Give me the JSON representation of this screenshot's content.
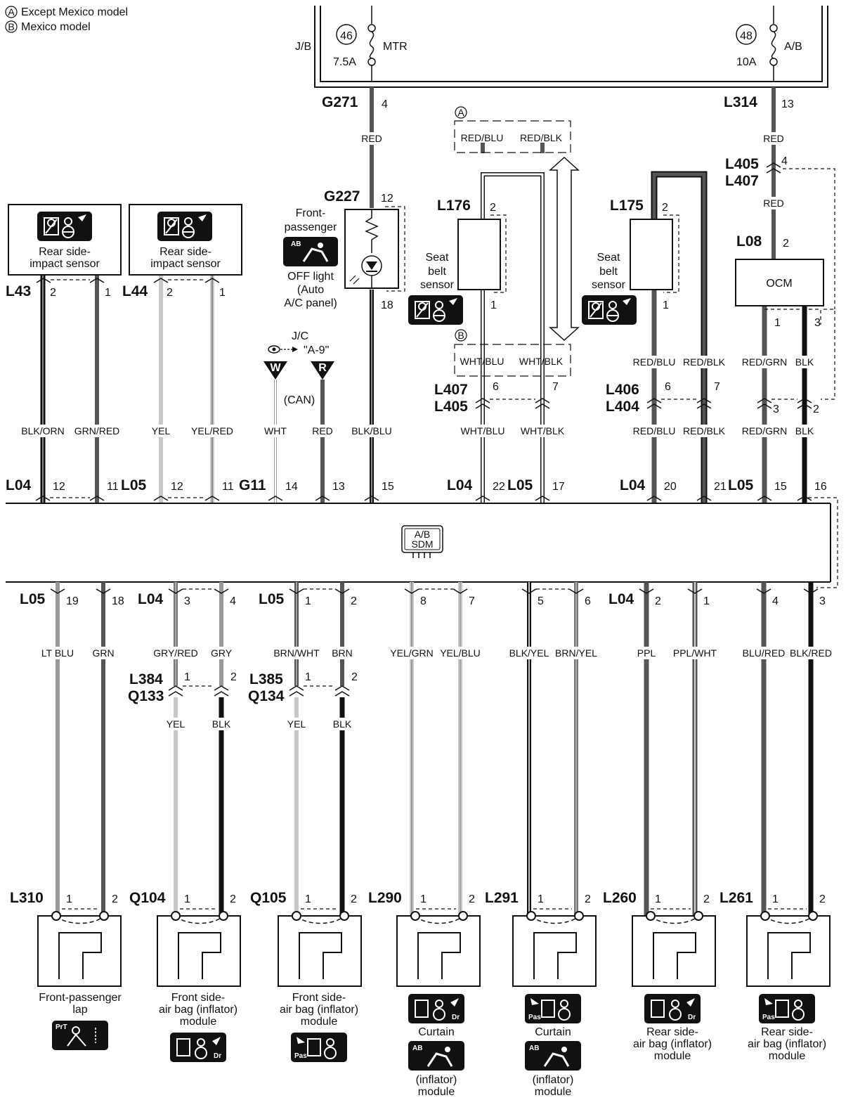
{
  "legend": {
    "a_mark": "A",
    "a_text": "Except Mexico model",
    "b_mark": "B",
    "b_text": "Mexico model"
  },
  "junction_block": "J/B",
  "fuses": [
    {
      "number": "46",
      "rating": "7.5A",
      "name": "MTR"
    },
    {
      "number": "48",
      "rating": "10A",
      "name": "A/B"
    }
  ],
  "upper": {
    "g271": "G271",
    "g271_pin": "4",
    "g271_wire": "RED",
    "l314": "L314",
    "l314_pin": "13",
    "l314_wire": "RED",
    "l405": "L405",
    "l407": "L407",
    "l405_pin": "4",
    "l405_wire": "RED",
    "l08": "L08",
    "l08_pin": "2",
    "ocm": "OCM",
    "ocm_pin1": "1",
    "ocm_pin3": "3",
    "ocm_w1": "RED/GRN",
    "ocm_w3": "BLK",
    "g227": "G227",
    "g227_pin12": "12",
    "g227_pin18": "18",
    "off_light_title": "Front-passenger",
    "off_light_badge": "AB",
    "off_light_lines": [
      "OFF light",
      "(Auto",
      "A/C panel)"
    ],
    "option_a": {
      "mark": "A",
      "w1": "RED/BLU",
      "w2": "RED/BLK"
    },
    "option_b": {
      "mark": "B",
      "w1": "WHT/BLU",
      "w2": "WHT/BLK"
    },
    "l176": "L176",
    "l176_pin2": "2",
    "l176_pin1": "1",
    "l175": "L175",
    "l175_pin2": "2",
    "l175_pin1": "1",
    "seat_belt_lines": [
      "Seat",
      "belt",
      "sensor"
    ],
    "l175_w1": "RED/BLU",
    "l175_w2": "RED/BLK",
    "l407b": "L407",
    "l405b": "L405",
    "l407_pin6": "6",
    "l407_pin7": "7",
    "l406": "L406",
    "l404": "L404",
    "l406_pin6": "6",
    "l406_pin7": "7",
    "ocm_lower_pin3": "3",
    "ocm_lower_pin2": "2",
    "l43": "L43",
    "l43_pin2": "2",
    "l43_pin1": "1",
    "l44": "L44",
    "l44_pin2": "2",
    "l44_pin1": "1",
    "rear_side_lines": [
      "Rear side-",
      "impact sensor"
    ],
    "jc_label": "J/C",
    "jc_ref": "\"A-9\"",
    "can_w": "W",
    "can_r": "R",
    "can_text": "(CAN)"
  },
  "mid_wires": [
    "BLK/ORN",
    "GRN/RED",
    "YEL",
    "YEL/RED",
    "WHT",
    "RED",
    "BLK/BLU",
    "WHT/BLU",
    "WHT/BLK",
    "RED/BLU",
    "RED/BLK",
    "RED/GRN",
    "BLK"
  ],
  "top_connectors": [
    {
      "name": "L04",
      "pin": "12"
    },
    {
      "pin": "11"
    },
    {
      "name": "L05",
      "pin": "12"
    },
    {
      "pin": "11"
    },
    {
      "name": "G11",
      "pin": "14"
    },
    {
      "pin": "13"
    },
    {
      "pin": "15"
    },
    {
      "name": "L04",
      "pin": "22"
    },
    {
      "name": "L05",
      "pin": "17"
    },
    {
      "name": "L04",
      "pin": "20"
    },
    {
      "name": "L05",
      "pin": "21"
    },
    {
      "pin": "15"
    },
    {
      "pin": "16"
    }
  ],
  "sdm": {
    "line1": "A/B",
    "line2": "SDM"
  },
  "bottom_connectors": [
    {
      "name": "L05",
      "pin": "19"
    },
    {
      "pin": "18"
    },
    {
      "name": "L04",
      "pin": "3"
    },
    {
      "pin": "4"
    },
    {
      "name": "L05",
      "pin": "1"
    },
    {
      "pin": "2"
    },
    {
      "pin": "8"
    },
    {
      "pin": "7"
    },
    {
      "pin": "5"
    },
    {
      "pin": "6"
    },
    {
      "name": "L04",
      "pin": "2"
    },
    {
      "pin": "1"
    },
    {
      "pin": "4"
    },
    {
      "pin": "3"
    }
  ],
  "low_wires": [
    "LT BLU",
    "GRN",
    "GRY/RED",
    "GRY",
    "BRN/WHT",
    "BRN",
    "YEL/GRN",
    "YEL/BLU",
    "BLK/YEL",
    "BRN/YEL",
    "PPL",
    "PPL/WHT",
    "BLU/RED",
    "BLK/RED"
  ],
  "splices": [
    {
      "top": "L384",
      "bottom": "Q133",
      "pin1": "1",
      "pin2": "2",
      "w1": "YEL",
      "w2": "BLK"
    },
    {
      "top": "L385",
      "bottom": "Q134",
      "pin1": "1",
      "pin2": "2",
      "w1": "YEL",
      "w2": "BLK"
    }
  ],
  "modules": [
    {
      "conn": "L310",
      "pin1": "1",
      "pin2": "2",
      "lines": [
        "Front-passenger",
        "lap"
      ],
      "icon": "PrT"
    },
    {
      "conn": "Q104",
      "pin1": "1",
      "pin2": "2",
      "lines": [
        "Front side-",
        "air bag (inflator)",
        "module"
      ],
      "icon": "Dr"
    },
    {
      "conn": "Q105",
      "pin1": "1",
      "pin2": "2",
      "lines": [
        "Front side-",
        "air bag (inflator)",
        "module"
      ],
      "icon": "Pas"
    },
    {
      "conn": "L290",
      "pin1": "1",
      "pin2": "2",
      "lines": [
        "Curtain",
        "(inflator)",
        "module"
      ],
      "icon": "Dr",
      "badge": "AB"
    },
    {
      "conn": "L291",
      "pin1": "1",
      "pin2": "2",
      "lines": [
        "Curtain",
        "(inflator)",
        "module"
      ],
      "icon": "Pas",
      "badge": "AB"
    },
    {
      "conn": "L260",
      "pin1": "1",
      "pin2": "2",
      "lines": [
        "Rear side-",
        "air bag (inflator)",
        "module"
      ],
      "icon": "Dr"
    },
    {
      "conn": "L261",
      "pin1": "1",
      "pin2": "2",
      "lines": [
        "Rear side-",
        "air bag (inflator)",
        "module"
      ],
      "icon": "Pas"
    }
  ],
  "icon_labels": {
    "dr": "Dr",
    "pas": "Pas",
    "prt": "PrT",
    "ab": "AB"
  },
  "colors": {
    "line": "#111111",
    "wire_dark": "#555555",
    "wire_light": "#c8c8c8",
    "badge_bg": "#111111",
    "badge_fg": "#ffffff"
  }
}
